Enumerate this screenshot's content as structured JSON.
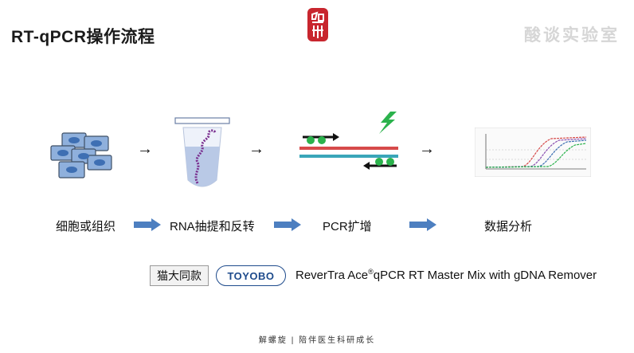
{
  "slide": {
    "title": "RT-qPCR操作流程",
    "brand": "酸谈实验室",
    "seal_text": "解"
  },
  "flow": {
    "arrow_glyph": "→",
    "steps": [
      {
        "label": "细胞或组织",
        "icon": "cells-icon"
      },
      {
        "label": "RNA抽提和反转",
        "icon": "rna-tube-icon"
      },
      {
        "label": "PCR扩增",
        "icon": "pcr-amplification-icon"
      },
      {
        "label": "数据分析",
        "icon": "amplification-curve-icon"
      }
    ]
  },
  "recommendation": {
    "tag": "猫大同款",
    "vendor": "TOYOBO",
    "product_prefix": "ReverTra Ace",
    "product_mark": "®",
    "product_suffix": "qPCR RT Master Mix with gDNA Remover"
  },
  "footer": "解螺旋 | 陪伴医生科研成长",
  "colors": {
    "accent_blue": "#4d7fc0",
    "seal_red": "#c8262e",
    "cell_blue": "#5a86c6",
    "green": "#2bb24c"
  }
}
